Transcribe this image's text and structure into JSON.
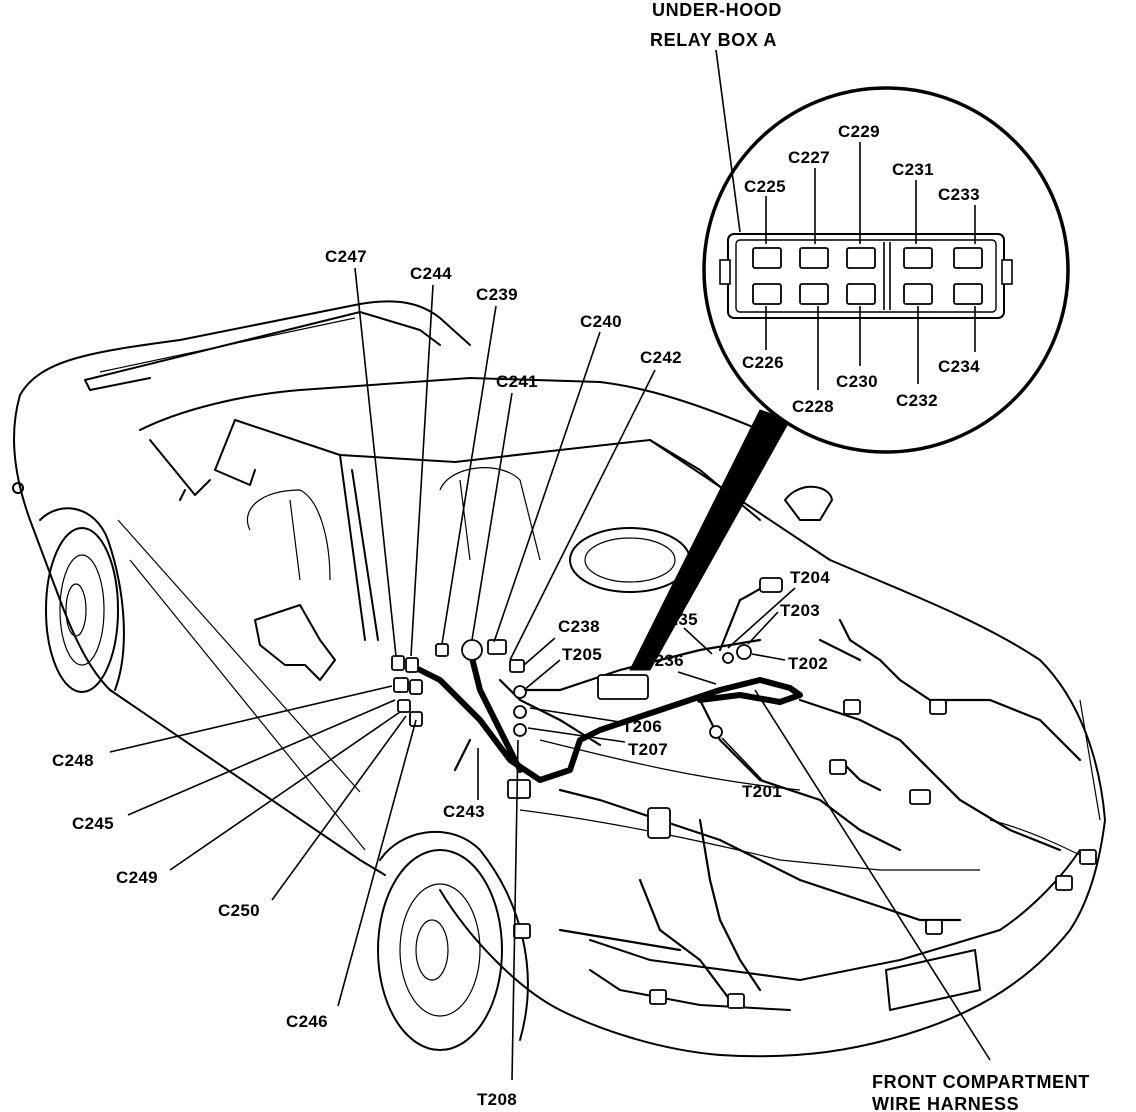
{
  "inset": {
    "title_line1": "UNDER-HOOD",
    "title_line2": "RELAY BOX A",
    "top_labels": [
      "C225",
      "C227",
      "C229",
      "C231",
      "C233"
    ],
    "bottom_labels": [
      "C226",
      "C228",
      "C230",
      "C232",
      "C234"
    ]
  },
  "callouts": {
    "C247": "C247",
    "C244": "C244",
    "C239": "C239",
    "C240": "C240",
    "C241": "C241",
    "C242": "C242",
    "C238": "C238",
    "C235": "C235",
    "T204": "T204",
    "T203": "T203",
    "T202": "T202",
    "T205": "T205",
    "C236": "C236",
    "T206": "T206",
    "T207": "T207",
    "T201": "T201",
    "C243": "C243",
    "C248": "C248",
    "C245": "C245",
    "C249": "C249",
    "C250": "C250",
    "C246": "C246",
    "T208": "T208"
  },
  "harness": {
    "line1": "FRONT COMPARTMENT",
    "line2": "WIRE HARNESS"
  }
}
